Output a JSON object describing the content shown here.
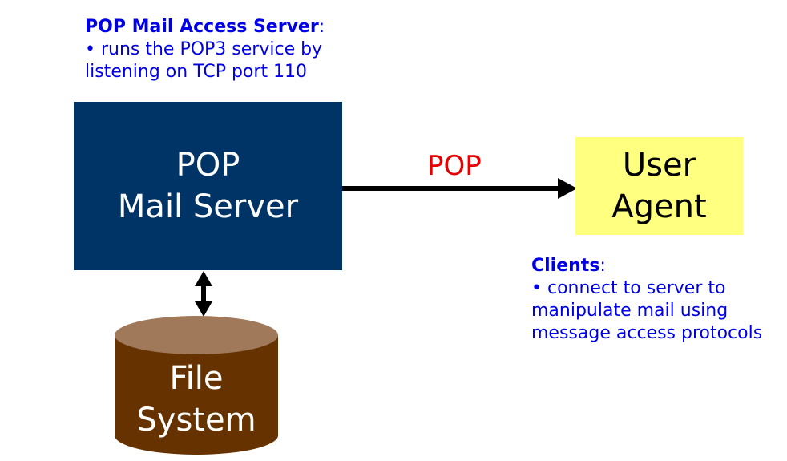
{
  "server_note": {
    "title": "POP Mail Access Server",
    "colon": ":",
    "line1": "• runs the POP3 service by",
    "line2": "listening on TCP port 110"
  },
  "server": {
    "line1": "POP",
    "line2": "Mail Server"
  },
  "connection": {
    "label": "POP"
  },
  "user_agent": {
    "line1": "User",
    "line2": "Agent"
  },
  "client_note": {
    "title": "Clients",
    "colon": ":",
    "line1": "• connect to server to",
    "line2": "manipulate mail using",
    "line3": "message access protocols"
  },
  "file_system": {
    "line1": "File",
    "line2": "System"
  },
  "colors": {
    "server_fill": "#003366",
    "agent_fill": "#ffff80",
    "file_system_fill": "#663300",
    "file_system_top": "#a0785a",
    "note_text": "#0000e6",
    "protocol_text": "#e60000"
  }
}
